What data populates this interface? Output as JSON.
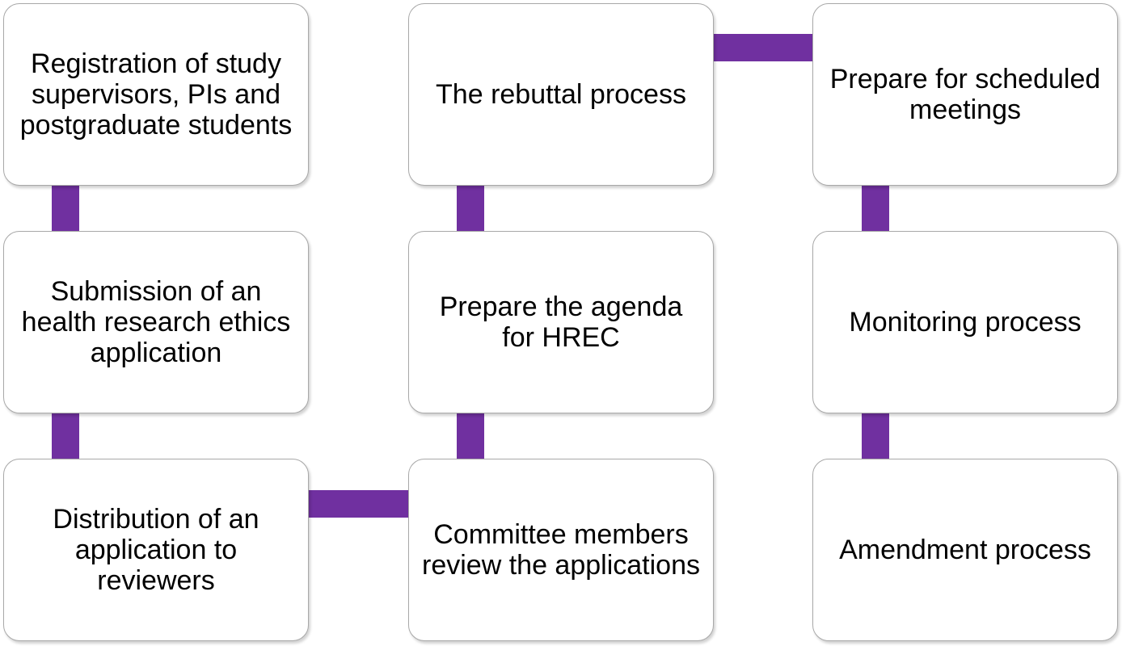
{
  "connector_color": "#7030a0",
  "steps": [
    {
      "label": "Registration of study supervisors, PIs and postgraduate students"
    },
    {
      "label": "Submission of an health research ethics application"
    },
    {
      "label": "Distribution of an application to reviewers"
    },
    {
      "label": "Committee members review the applications"
    },
    {
      "label": "Prepare the agenda for HREC"
    },
    {
      "label": "The rebuttal process"
    },
    {
      "label": "Prepare for scheduled meetings"
    },
    {
      "label": "Monitoring process"
    },
    {
      "label": "Amendment process"
    }
  ]
}
